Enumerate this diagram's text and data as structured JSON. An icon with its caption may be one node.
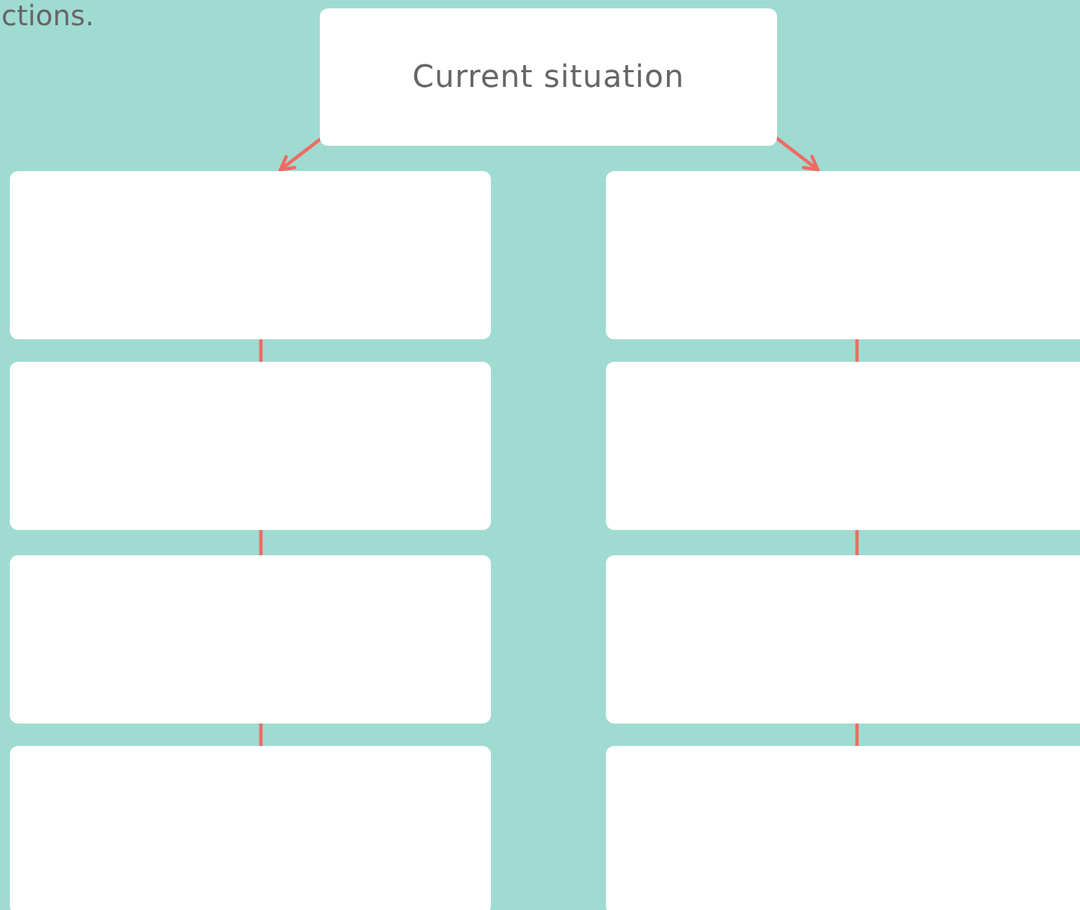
{
  "diagram": {
    "nodes": [
      {
        "text": [
          "Current situation"
        ]
      },
      {
        "text": [],
        "shape": "box"
      },
      {
        "text": [],
        "shape": "box"
      },
      {
        "text": [],
        "shape": "box"
      },
      {
        "text": [],
        "shape": "box"
      },
      {
        "text": [],
        "shape": "box"
      },
      {
        "text": [],
        "shape": "box"
      },
      {
        "text": [],
        "shape": "box"
      },
      {
        "text": [],
        "shape": "box"
      }
    ],
    "edges": [
      {
        "from": 0,
        "to": 1,
        "arrow": "to"
      },
      {
        "from": 0,
        "to": 5,
        "arrow": "to"
      },
      {
        "from": 1,
        "to": 2,
        "arrow": "none"
      },
      {
        "from": 2,
        "to": 3,
        "arrow": "none"
      },
      {
        "from": 3,
        "to": 4,
        "arrow": "none"
      },
      {
        "from": 5,
        "to": 6,
        "arrow": "none"
      },
      {
        "from": 6,
        "to": 7,
        "arrow": "none"
      },
      {
        "from": 7,
        "to": 8,
        "arrow": "none"
      }
    ],
    "labels": [
      "ctions."
    ]
  }
}
